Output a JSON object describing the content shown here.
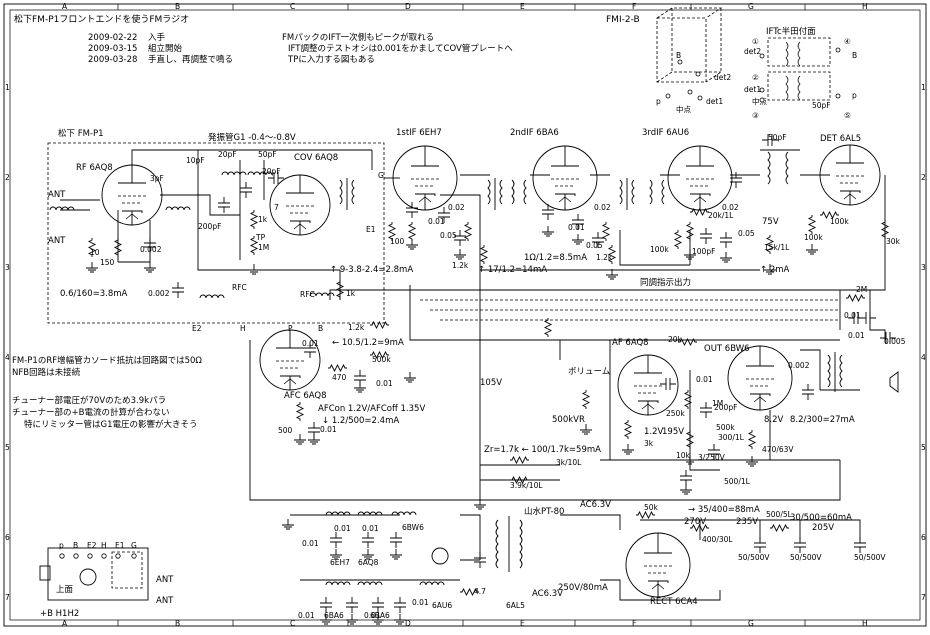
{
  "header": {
    "title": "松下FM-P1フロントエンドを使うFMラジオ",
    "sheet_id": "FMI-2-B",
    "log": [
      {
        "date": "2009-02-22",
        "note": "入手"
      },
      {
        "date": "2009-03-15",
        "note": "組立開始"
      },
      {
        "date": "2009-03-28",
        "note": "手直し、再調整で鳴る"
      }
    ],
    "notes_top": [
      "FMパックのIFT一次側もピークが取れる",
      "IFT調整のテストオシは0.001をかましてCOV管プレートへ",
      "TPに入力する図もある"
    ]
  },
  "ift_inset": {
    "title": "IFTc半田付面",
    "labels": [
      "det2",
      "det1",
      "中点",
      "B",
      "p",
      "50pF",
      "①",
      "②",
      "③",
      "④",
      "⑤"
    ]
  },
  "cube_inset": {
    "labels": [
      "B",
      "det2",
      "det1",
      "中点",
      "p"
    ]
  },
  "frame": {
    "cols_top": [
      "A",
      "B",
      "C",
      "D",
      "E",
      "F",
      "G",
      "H"
    ],
    "rows": [
      "1",
      "2",
      "3",
      "4",
      "5",
      "6",
      "7"
    ]
  },
  "frontend": {
    "title": "松下 FM-P1",
    "osc_label": "発振管G1 -0.4〜-0.8V",
    "rf_tube": "RF 6AQ8",
    "cov_tube": "COV 6AQ8",
    "afc_tube": "AFC 6AQ8",
    "ant": "ANT",
    "ant2": "ANT",
    "rf_current": "0.6/160=3.8mA",
    "cov_current": "↑ 9-3.8-2.4=2.8mA",
    "afc_current": "← 10.5/1.2=9mA",
    "afc_on": "AFCon 1.2V/AFCoff 1.35V",
    "afc_calc": "↓ 1.2/500=2.4mA",
    "parts": [
      "3pF",
      "10pF",
      "20pF",
      "50pF",
      "20pF",
      "200pF",
      "0.002",
      "0.002",
      "10",
      "150",
      "1k",
      "1M",
      "1k",
      "1.2k",
      "470",
      "500k",
      "500",
      "0.01",
      "0.01",
      "0.01",
      "RFC",
      "RFC",
      "TP",
      "G",
      "E1",
      "E2",
      "H",
      "P",
      "B",
      "7"
    ]
  },
  "if_stages": {
    "if1": "1stIF 6EH7",
    "if2": "2ndIF 6BA6",
    "if3": "3rdIF 6AU6",
    "det": "DET 6AL5",
    "if2_current": "1Ω/1.2=8.5mA",
    "if3_current": "↑ 17/1.2=14mA",
    "if3_note": "↑ 2mA",
    "tuning_label": "同調指示出力",
    "voltage_75": "75V",
    "parts": [
      "0.02",
      "0.01",
      "100",
      "0.05",
      "1.2k",
      "0.02",
      "0.01",
      "1.2k",
      "0.05",
      "0.02",
      "20k/1L",
      "100k",
      "100pF",
      "0.05",
      "15k/1L",
      "100k",
      "30k",
      "50pF",
      "100k",
      "1.2k"
    ]
  },
  "audio": {
    "af_tube": "AF 6AQ8",
    "out_tube": "OUT 6BW6",
    "volume": "ボリューム",
    "vr": "500kVR",
    "af_voltage": "1.2V",
    "af_195": "195V",
    "out_voltage": "8.2V",
    "out_current": "8.2/300=27mA",
    "heater_note": "Zr=1.7k ← 100/1.7k=59mA",
    "parts": [
      "20k",
      "0.01",
      "250k",
      "3k",
      "1M",
      "200pF",
      "500k",
      "300/1L",
      "470/63V",
      "0.002",
      "10k",
      "3/250V",
      "3k/10L",
      "3.9k/10L",
      "500/1L",
      "2M",
      "0.01",
      "0.01",
      "0.005",
      "105V"
    ]
  },
  "notes_left": [
    "FM-P1のRF增幅管カソード抵抗は回路図では50Ω",
    "NFB回路は未接続",
    "チューナー部電圧が70Vのため3.9kパラ",
    "チューナー部の+B電流の計算が合わない",
    "特にリミッター管はG1電圧の影響が大きそう"
  ],
  "power": {
    "transformer": "山水PT-80",
    "ac_label": "AC6.3V",
    "ac_label2": "AC6.3V",
    "rect": "RECT 6CA4",
    "ht": "250V/80mA",
    "current": "→ 35/400=88mA",
    "current2": "30/500=60mA",
    "v270": "270V",
    "v235": "235V",
    "v205": "205V",
    "parts": [
      "50k",
      "400/30L",
      "500/5L",
      "50/500V",
      "50/500V",
      "50/500V",
      "4.7",
      "0.01",
      "0.01",
      "0.01",
      "0.01",
      "0.01",
      "0.01"
    ],
    "heater_tubes": [
      "6EH7",
      "6AQ8",
      "6BW6",
      "6AU6",
      "6AL5",
      "6BA6",
      "6BA6"
    ]
  },
  "connector": {
    "pins": [
      "p",
      "B",
      "E2",
      "H",
      "E1",
      "G"
    ],
    "face": "上面",
    "legend": "+B H1H2",
    "ant": "ANT",
    "ant2": "ANT"
  }
}
